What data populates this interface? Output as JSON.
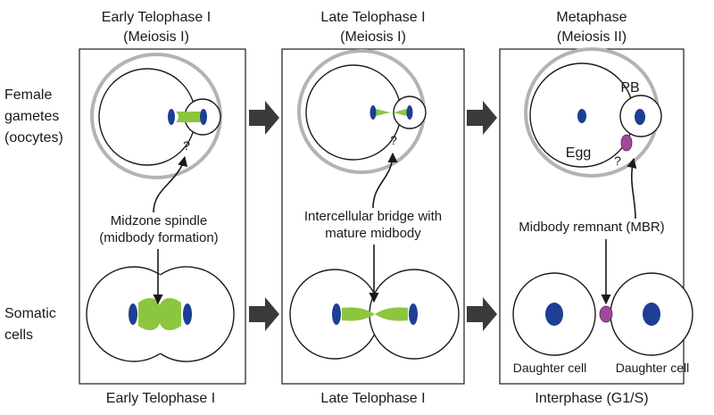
{
  "headers": {
    "col1": {
      "stage": "Early Telophase I",
      "phase": "(Meiosis I)"
    },
    "col2": {
      "stage": "Late Telophase I",
      "phase": "(Meiosis I)"
    },
    "col3": {
      "stage": "Metaphase",
      "phase": "(Meiosis II)"
    }
  },
  "row_labels": {
    "female": [
      "Female",
      "gametes",
      "(oocytes)"
    ],
    "somatic": [
      "Somatic",
      "cells"
    ]
  },
  "labels": {
    "midzone": [
      "Midzone spindle",
      "(midbody formation)"
    ],
    "bridge": [
      "Intercellular bridge with",
      "mature midbody"
    ],
    "mbr": "Midbody remnant (MBR)",
    "pb": "PB",
    "egg": "Egg",
    "question": "?",
    "daughter_left": "Daughter cell",
    "daughter_right": "Daughter cell"
  },
  "footers": {
    "col1": "Early Telophase I",
    "col2": "Late Telophase I",
    "col3": "Interphase (G1/S)"
  },
  "colors": {
    "chromatin": "#1c3f94",
    "spindle": "#8cc63f",
    "midbody_remnant": "#a0489b",
    "zona": "#b3b3b3",
    "arrow": "#3a3a3a"
  }
}
